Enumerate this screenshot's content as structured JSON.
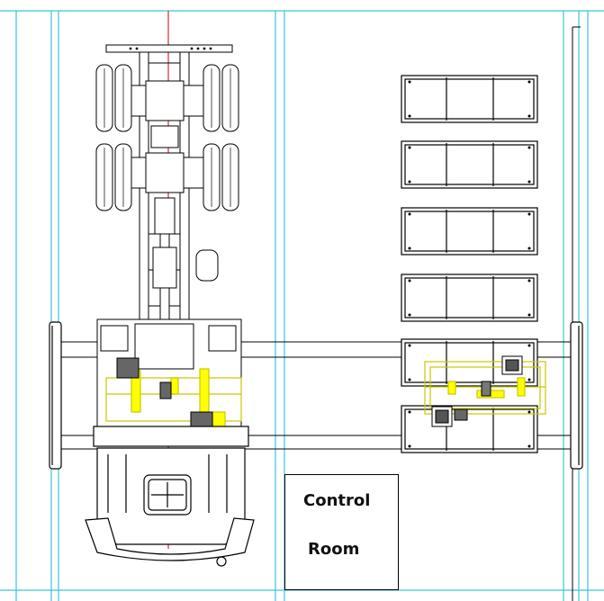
{
  "control_room": {
    "line1": "Control",
    "line2": "Room"
  },
  "colors": {
    "guide": "#39c6d6",
    "drawing": "#000000",
    "highlight": "#ffff00",
    "highlight_stroke": "#c8c800",
    "axis": "#cc0000"
  },
  "drawing": {
    "truck": "truck-chassis-top-view",
    "pallets_count": 6,
    "post_left": "lift-post-left",
    "post_right": "lift-post-right"
  }
}
